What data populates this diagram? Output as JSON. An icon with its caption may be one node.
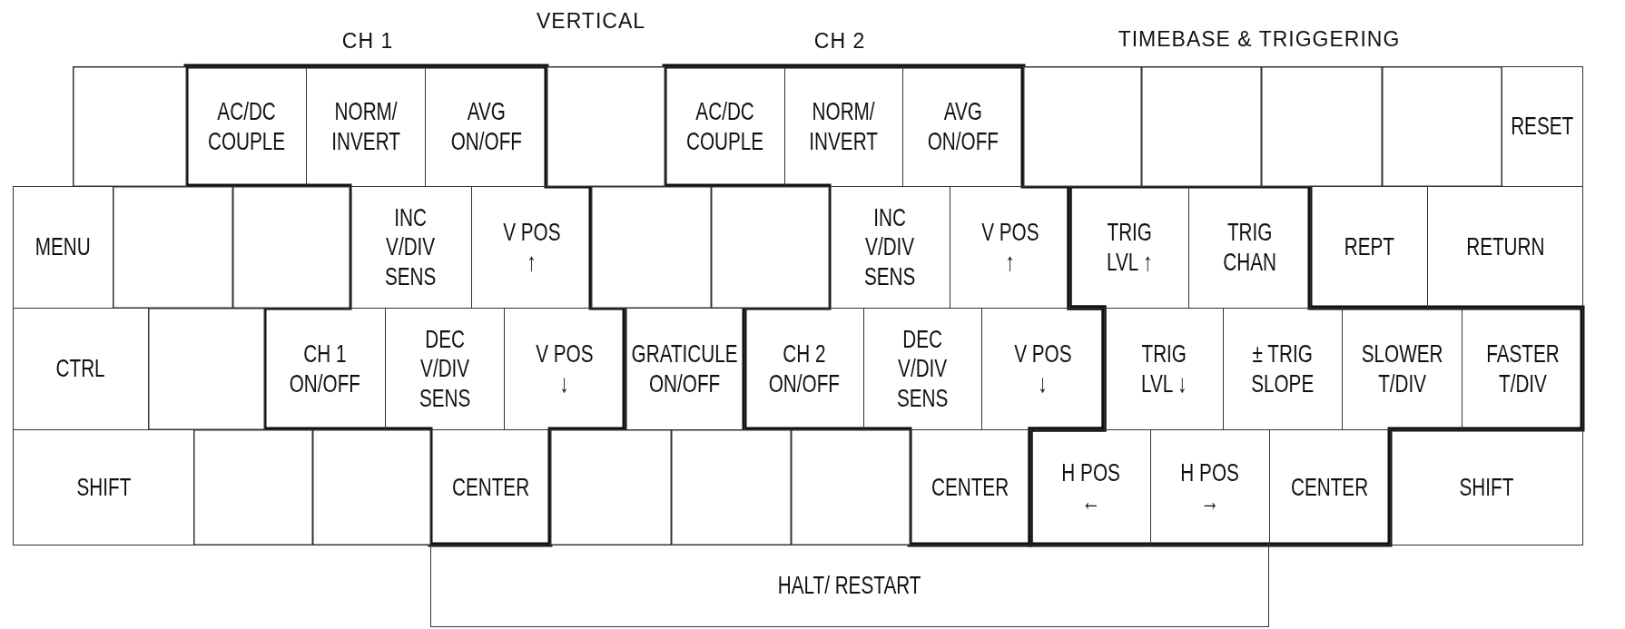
{
  "diagram": {
    "nodes": [
      {
        "text": [],
        "shape": "box"
      },
      {
        "text": [
          "AC/DC COUPLE"
        ]
      },
      {
        "text": [
          "NORM/ INVERT"
        ]
      },
      {
        "text": [
          "AVG ON/OFF"
        ]
      },
      {
        "text": [],
        "shape": "box"
      },
      {
        "text": [
          "AC/DC COUPLE"
        ]
      },
      {
        "text": [
          "NORM/ INVERT"
        ]
      },
      {
        "text": [
          "AVG ON/OFF"
        ]
      },
      {
        "text": [],
        "shape": "box"
      },
      {
        "text": [],
        "shape": "box"
      },
      {
        "text": [],
        "shape": "box"
      },
      {
        "text": [],
        "shape": "box"
      },
      {
        "text": [
          "RESET"
        ]
      },
      {
        "text": [
          "MENU"
        ]
      },
      {
        "text": [],
        "shape": "box"
      },
      {
        "text": [],
        "shape": "box"
      },
      {
        "text": [
          "INC V/DIV SENS"
        ]
      },
      {
        "text": [
          "V POS ↑"
        ]
      },
      {
        "text": [],
        "shape": "box"
      },
      {
        "text": [],
        "shape": "box"
      },
      {
        "text": [
          "INC V/DIV SENS"
        ]
      },
      {
        "text": [
          "V POS ↑"
        ]
      },
      {
        "text": [
          "TRIG LVL ↑"
        ]
      },
      {
        "text": [
          "TRIG CHAN"
        ]
      },
      {
        "text": [
          "REPT"
        ]
      },
      {
        "text": [
          "RETURN"
        ]
      },
      {
        "text": [
          "CTRL"
        ]
      },
      {
        "text": [],
        "shape": "box"
      },
      {
        "text": [
          "CH 1 ON/OFF"
        ]
      },
      {
        "text": [
          "DEC V/DIV SENS"
        ]
      },
      {
        "text": [
          "V POS ↓"
        ]
      },
      {
        "text": [
          "GRATICULE ON/OFF"
        ]
      },
      {
        "text": [
          "CH 2 ON/OFF"
        ]
      },
      {
        "text": [
          "DEC V/DIV SENS"
        ]
      },
      {
        "text": [
          "V POS ↓"
        ]
      },
      {
        "text": [
          "TRIG LVL ↓"
        ]
      },
      {
        "text": [
          "± TRIG SLOPE"
        ]
      },
      {
        "text": [
          "SLOWER T/DIV"
        ]
      },
      {
        "text": [
          "FASTER T/DIV"
        ]
      },
      {
        "text": [
          "SHIFT"
        ]
      },
      {
        "text": [],
        "shape": "box"
      },
      {
        "text": [],
        "shape": "box"
      },
      {
        "text": [
          "CENTER"
        ]
      },
      {
        "text": [],
        "shape": "box"
      },
      {
        "text": [],
        "shape": "box"
      },
      {
        "text": [],
        "shape": "box"
      },
      {
        "text": [
          "CENTER"
        ]
      },
      {
        "text": [
          "H POS ←"
        ]
      },
      {
        "text": [
          "H POS →"
        ]
      },
      {
        "text": [
          "CENTER"
        ]
      },
      {
        "text": [
          "SHIFT"
        ]
      },
      {
        "text": [
          "HALT/ RESTART"
        ]
      }
    ],
    "labels": [
      "VERTICAL",
      "CH 1",
      "CH 2",
      "TIMEBASE & TRIGGERING"
    ]
  }
}
